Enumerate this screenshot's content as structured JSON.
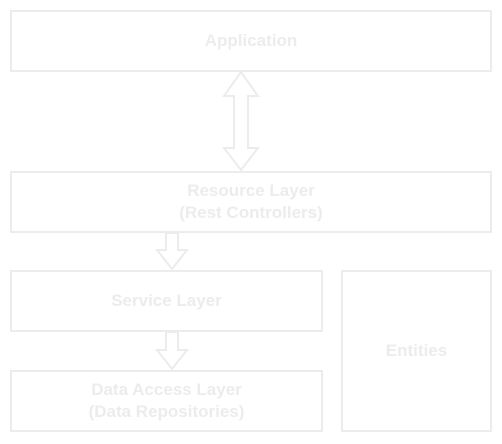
{
  "boxes": {
    "application": {
      "label": "Application"
    },
    "resource_layer": {
      "line1": "Resource Layer",
      "line2": "(Rest Controllers)"
    },
    "service_layer": {
      "label": "Service Layer"
    },
    "data_access_layer": {
      "line1": "Data Access Layer",
      "line2": "(Data Repositories)"
    },
    "entities": {
      "label": "Entities"
    }
  },
  "colors": {
    "stroke": "#ececec",
    "text": "#ececec",
    "background": "#ffffff"
  }
}
